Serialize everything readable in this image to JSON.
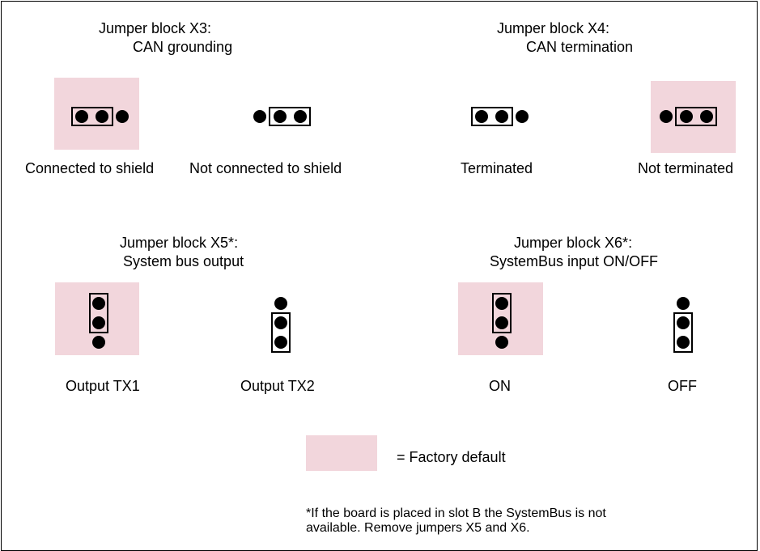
{
  "colors": {
    "factory_default": "#f2d6dc",
    "ink": "#000000"
  },
  "x3": {
    "title_line1": "Jumper block X3:",
    "title_line2": "CAN grounding",
    "option_a": "Connected to shield",
    "option_b": "Not connected to shield"
  },
  "x4": {
    "title_line1": "Jumper block X4:",
    "title_line2": "CAN termination",
    "option_a": "Terminated",
    "option_b": "Not terminated"
  },
  "x5": {
    "title_line1": "Jumper block X5*:",
    "title_line2": "System bus output",
    "option_a": "Output TX1",
    "option_b": "Output TX2"
  },
  "x6": {
    "title_line1": "Jumper block X6*:",
    "title_line2": "SystemBus input ON/OFF",
    "option_a": "ON",
    "option_b": "OFF"
  },
  "legend": {
    "label": "= Factory default"
  },
  "footnote": {
    "line1": "*If the board is placed in slot B the SystemBus is not",
    "line2": "available. Remove jumpers X5 and X6."
  }
}
